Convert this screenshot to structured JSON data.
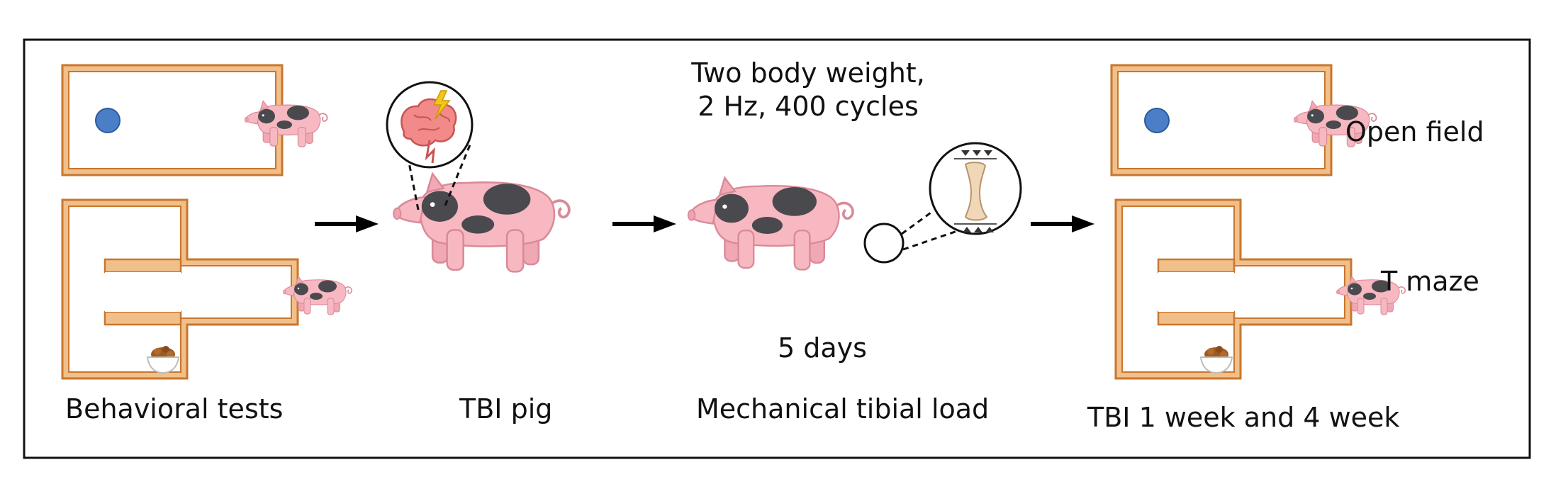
{
  "labels": {
    "behavioral_tests": "Behavioral tests",
    "tbi_pig": "TBI pig",
    "load_params_line1": "Two body weight,",
    "load_params_line2": "2 Hz, 400 cycles",
    "duration": "5 days",
    "mechanical_tibial_load": "Mechanical tibial load",
    "open_field": "Open field",
    "t_maze": "T maze",
    "timepoints": "TBI 1 week and 4 week"
  },
  "icons": {
    "pig": "pig-icon",
    "brain": "brain-lightning-icon",
    "bone": "tibia-bone-icon",
    "ball": "ball-icon",
    "food_bowl": "food-bowl-icon",
    "arrow": "arrow-right-icon"
  },
  "colors": {
    "frame_border": "#111111",
    "arena_wood": "#c9762f",
    "arena_wood_light": "#f1c08a",
    "pig_body": "#f7b8c2",
    "pig_outline": "#d98a98",
    "pig_spot": "#4a4a4e",
    "ball": "#4a7fc8",
    "arrow": "#000000"
  }
}
